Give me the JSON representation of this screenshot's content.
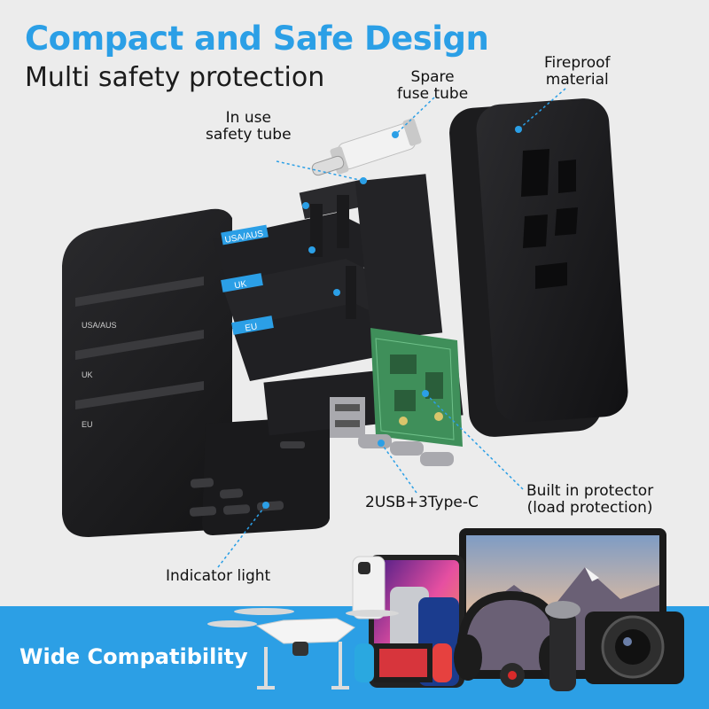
{
  "header": {
    "title": "Compact and Safe Design",
    "subtitle": "Multi safety protection"
  },
  "callouts": {
    "spare_fuse": [
      "Spare",
      "fuse tube"
    ],
    "fireproof": [
      "Fireproof",
      "material"
    ],
    "in_use": [
      "In use",
      "safety tube"
    ],
    "ports": "2USB+3Type-C",
    "protector": [
      "Built in protector",
      "(load protection)"
    ],
    "indicator": "Indicator light"
  },
  "plug_tags": [
    "USA/AUS",
    "UK",
    "EU"
  ],
  "side_labels": [
    "USA/AUS",
    "UK",
    "EU"
  ],
  "banner": {
    "label": "Wide Compatibility"
  },
  "colors": {
    "accent": "#2b9fe6",
    "band": "#2c9fe5",
    "device_body": "#1c1c1e",
    "circuit_board": "#3f8f5a",
    "callout_line": "#2b9fe6"
  },
  "icons": [
    "drone-icon",
    "tablet-icon",
    "phone-icon",
    "game-console-icon",
    "headphones-icon",
    "shaver-icon",
    "camera-icon",
    "laptop-icon"
  ]
}
